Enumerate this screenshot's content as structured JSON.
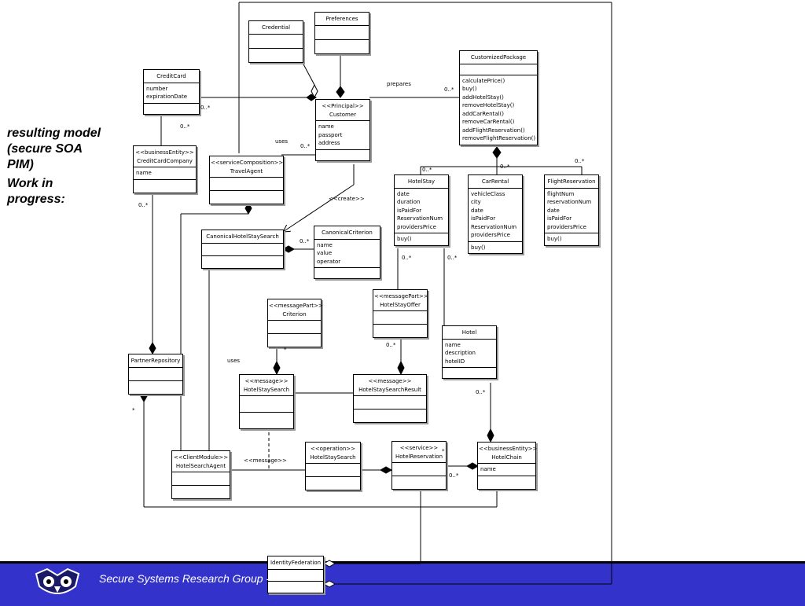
{
  "side_note": {
    "line1": "resulting model (secure SOA PIM)",
    "line2": "Work in progress:"
  },
  "footer": {
    "text": "Secure Systems Research Group -",
    "bg_color": "#3333cc"
  },
  "classes": {
    "credential": {
      "name": "Credential",
      "attributes": []
    },
    "preferences": {
      "name": "Preferences",
      "attributes": []
    },
    "customized_package": {
      "name": "CustomizedPackage",
      "attributes": [],
      "operations": [
        "calculatePrice()",
        "buy()",
        "addHotelStay()",
        "removeHotelStay()",
        "addCarRental()",
        "removeCarRental()",
        "addFlightReservation()",
        "removeFlightReservation()"
      ]
    },
    "credit_card": {
      "name": "CreditCard",
      "attributes": [
        "number",
        "expirationDate"
      ]
    },
    "customer": {
      "stereotype": "<<Principal>>",
      "name": "Customer",
      "attributes": [
        "name",
        "passport",
        "address"
      ]
    },
    "credit_card_company": {
      "stereotype": "<<businessEntity>>",
      "name": "CreditCardCompany",
      "attributes": [
        "name"
      ]
    },
    "travel_agent": {
      "stereotype": "<<serviceComposition>>",
      "name": "TravelAgent"
    },
    "hotel_stay": {
      "name": "HotelStay",
      "attributes": [
        "date",
        "duration",
        "isPaidFor",
        "ReservationNum",
        "providersPrice"
      ],
      "operations": [
        "buy()"
      ]
    },
    "car_rental": {
      "name": "CarRental",
      "attributes": [
        "vehicleClass",
        "city",
        "date",
        "isPaidFor",
        "ReservationNum",
        "providersPrice"
      ],
      "operations": [
        "buy()"
      ]
    },
    "flight_reservation": {
      "name": "FlightReservation",
      "attributes": [
        "flightNum",
        "reservationNum",
        "date",
        "isPaidFor",
        "providersPrice"
      ],
      "operations": [
        "buy()"
      ]
    },
    "canonical_hotel_stay_search": {
      "name": "CanonicalHotelStaySearch"
    },
    "canonical_criterion": {
      "name": "CanonicalCriterion",
      "attributes": [
        "name",
        "value",
        "operator"
      ]
    },
    "criterion": {
      "stereotype": "<<messagePart>>",
      "name": "Criterion"
    },
    "hotel_stay_offer": {
      "stereotype": "<<messagePart>>",
      "name": "HotelStayOffer"
    },
    "hotel": {
      "name": "Hotel",
      "attributes": [
        "name",
        "description",
        "hotelID"
      ]
    },
    "partner_repository": {
      "name": "PartnerRepository"
    },
    "hotel_stay_search_msg": {
      "stereotype": "<<message>>",
      "name": "HotelStaySearch"
    },
    "hotel_stay_search_result": {
      "stereotype": "<<message>>",
      "name": "HotelStaySearchResult"
    },
    "hotel_search_agent": {
      "stereotype": "<<ClientModule>>",
      "name": "HotelSearchAgent"
    },
    "hotel_stay_search_op": {
      "stereotype": "<<operation>>",
      "name": "HotelStaySearch"
    },
    "hotel_reservation": {
      "stereotype": "<<service>>",
      "name": "HotelReservation"
    },
    "hotel_chain": {
      "stereotype": "<<businessEntity>>",
      "name": "HotelChain",
      "attributes": [
        "name"
      ]
    },
    "identity_federation": {
      "name": "IdentityFederation"
    }
  },
  "labels": {
    "prepares": "prepares",
    "uses_customer": "uses",
    "create": "<<create>>",
    "uses_message": "uses",
    "message_dep": "<<message>>",
    "m_prepares_pkg": "0..*",
    "m_creditcard_customer": "0..*",
    "m_creditcard_company": "0..*",
    "m_customer_uses": "0..*",
    "m_hotelstay": "0..*",
    "m_carrental": "0..*",
    "m_flight": "0..*",
    "m_company_repo": "0..*",
    "m_canonical_criterion": "0..*",
    "m_hotelstay_offer": "0..*",
    "m_hotelstay_hotel": "0..*",
    "m_criterion": "*",
    "m_offer_result": "0..*",
    "m_hotel_chain": "0..*",
    "m_repo_star": "*",
    "m_reservation_star": "*",
    "m_reservation_chain": "0..*"
  }
}
